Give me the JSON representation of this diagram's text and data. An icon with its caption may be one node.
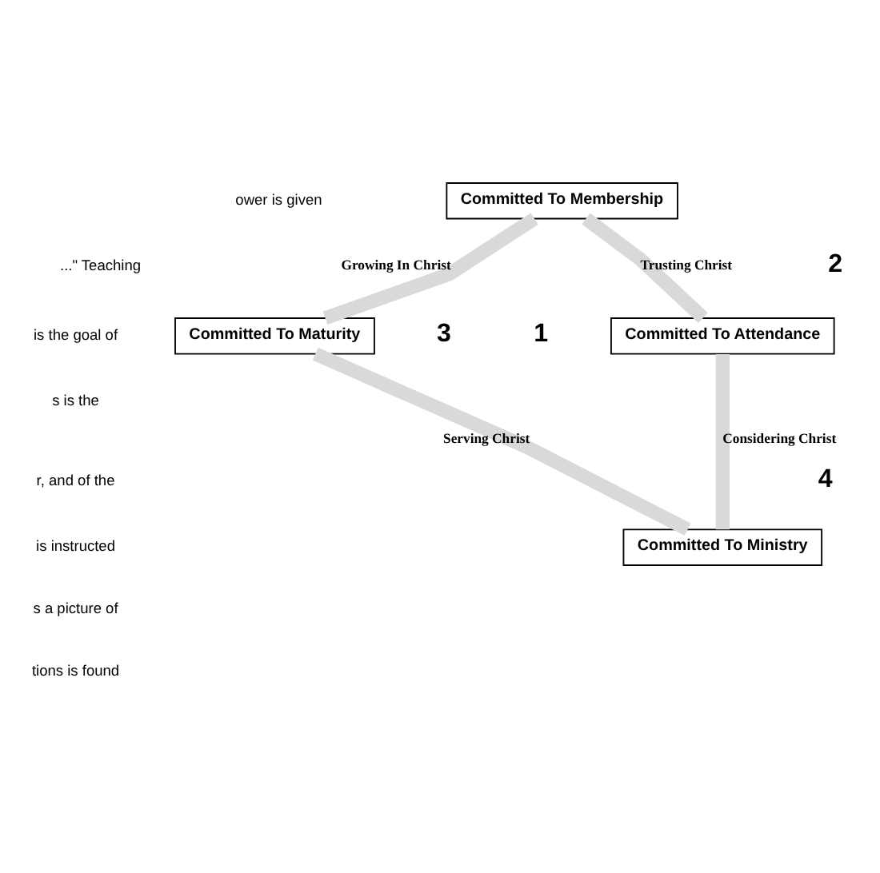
{
  "diagram": {
    "nodes": [
      {
        "text": [
          "Committed To Membership"
        ]
      },
      {
        "text": [
          "Committed To Maturity"
        ]
      },
      {
        "text": [
          "Committed To Attendance"
        ]
      },
      {
        "text": [
          "Committed To Ministry"
        ]
      }
    ],
    "edges": [
      {
        "from": 3,
        "to": 2,
        "arrow": "none",
        "label": "Considering Christ"
      },
      {
        "from": 0,
        "to": 2,
        "arrow": "none",
        "label": "Trusting Christ"
      },
      {
        "from": 0,
        "to": 1,
        "arrow": "none",
        "label": "Growing In Christ"
      },
      {
        "from": 1,
        "to": 3,
        "arrow": "none",
        "label": "Serving Christ"
      }
    ],
    "labels": [
      "ower is given",
      "...\" Teaching",
      "is the goal of",
      "s is the",
      "2",
      "3",
      "1",
      "4",
      "r, and of the",
      "is instructed",
      "s a picture of",
      "tions is found"
    ]
  }
}
